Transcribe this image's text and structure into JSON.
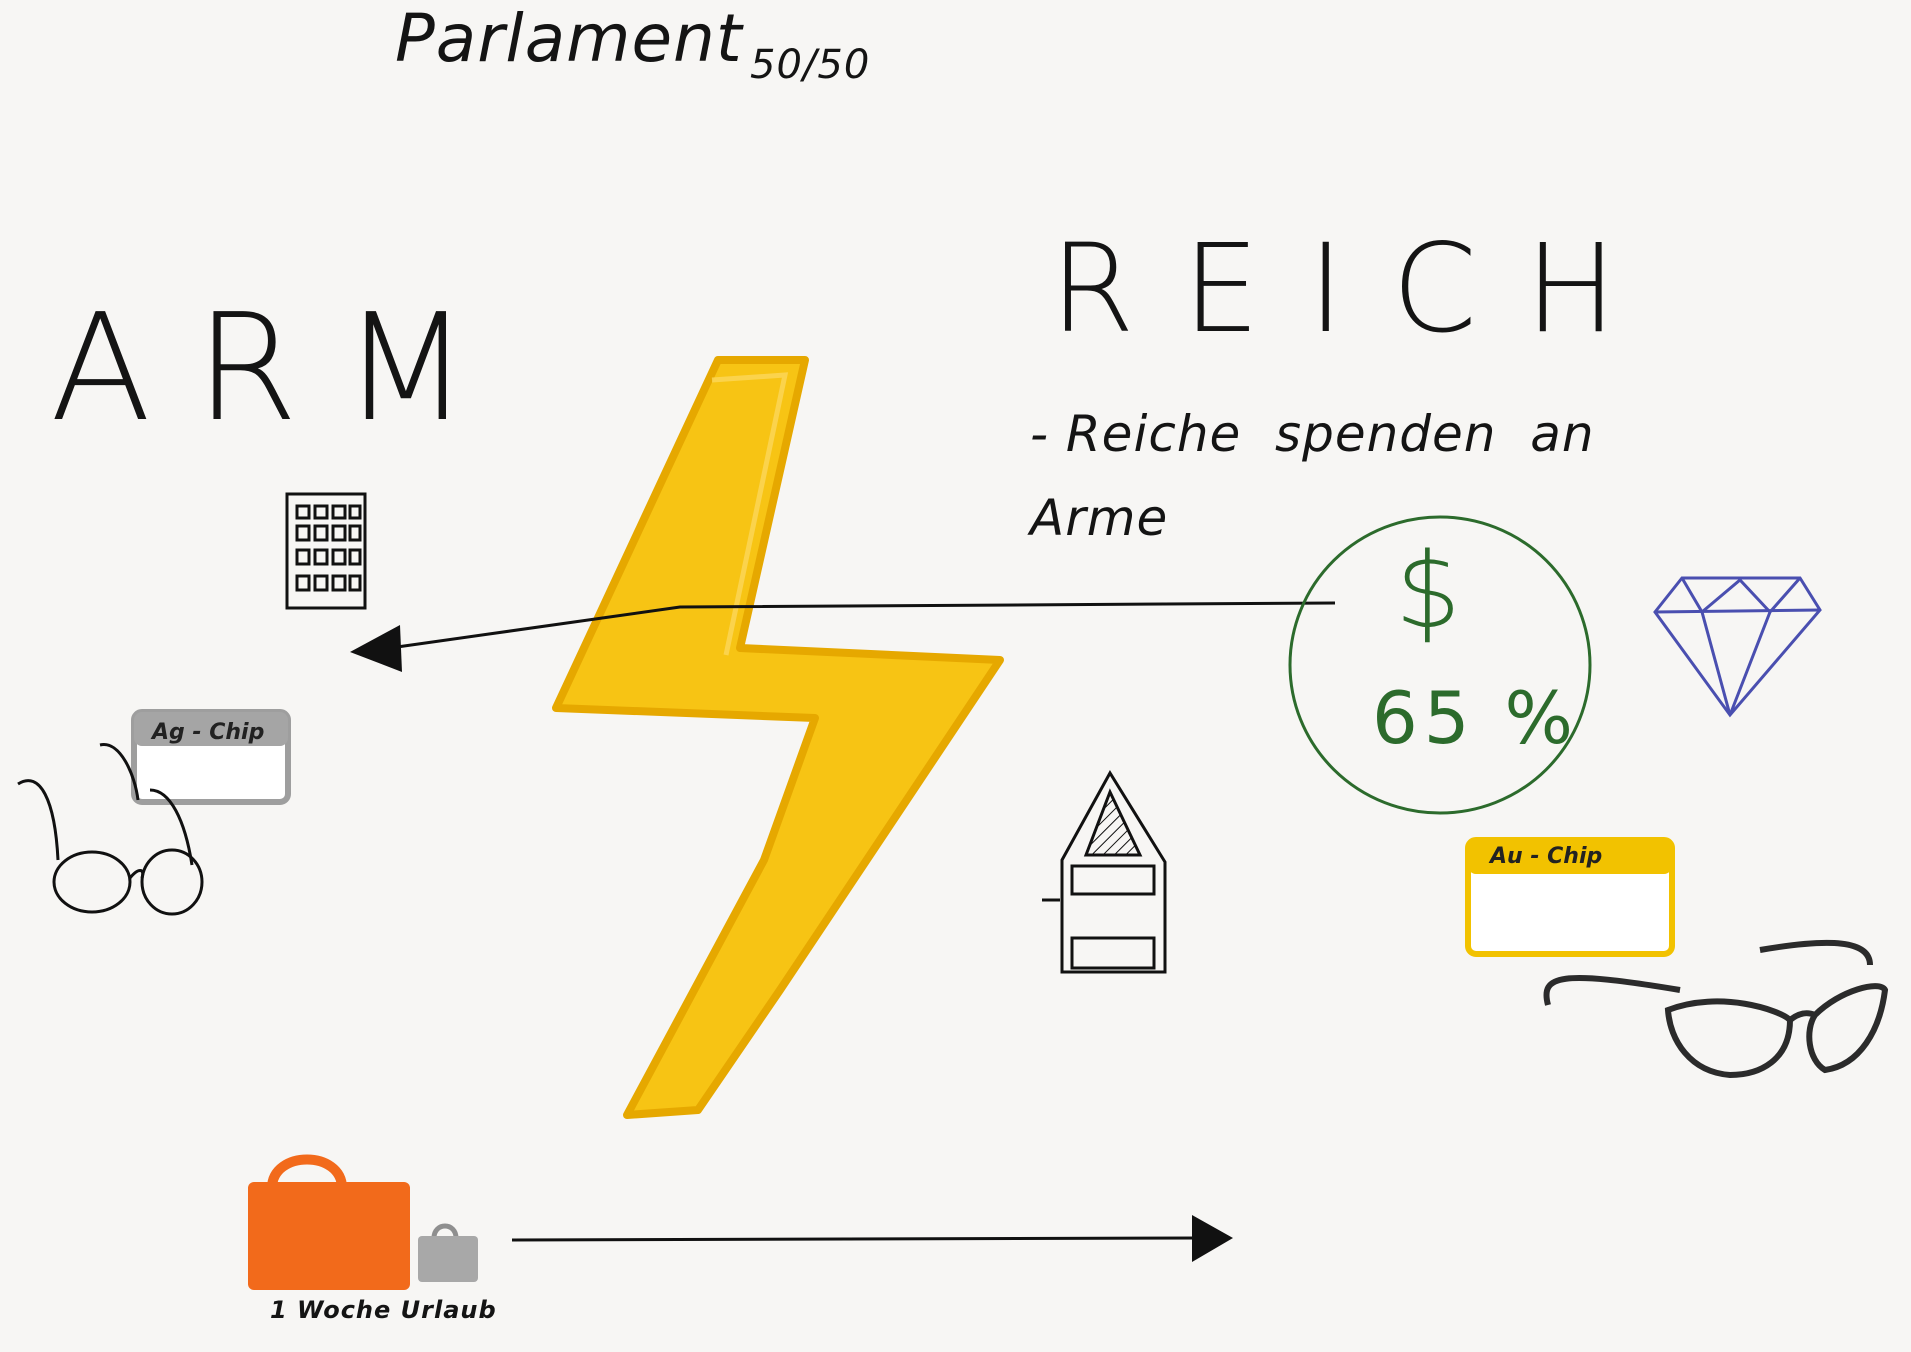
{
  "title": "Parlament",
  "ratio": "50/50",
  "left_side": {
    "label": "ARM"
  },
  "right_side": {
    "label": "REICH",
    "note": "- Reiche  spenden  an\nArme"
  },
  "coin": {
    "symbol": "$",
    "value": "65 %"
  },
  "chips": {
    "left": {
      "label": "Ag - Chip",
      "color": "#9e9e9e"
    },
    "right": {
      "label": "Au - Chip",
      "color": "#f2c200"
    }
  },
  "vacation": {
    "label": "1 Woche Urlaub",
    "bag_color": "#f26a1b"
  },
  "colors": {
    "bolt": "#f7c414",
    "coin": "#2c6b2c",
    "diamond": "#4a4fb0",
    "ink": "#141414"
  },
  "icons": [
    "apartment-block-icon",
    "glasses-round-icon",
    "house-icon",
    "diamond-icon",
    "cat-eye-glasses-icon",
    "suitcase-icon",
    "lightning-bolt-icon",
    "dollar-coin-icon"
  ]
}
